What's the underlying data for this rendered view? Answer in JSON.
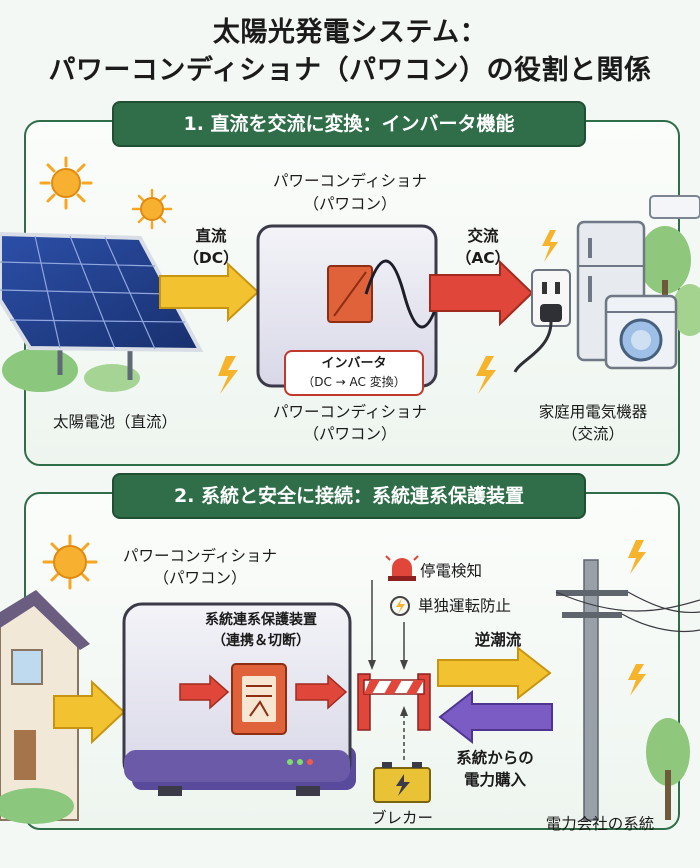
{
  "title": {
    "line1": "太陽光発電システム：",
    "line2": "パワーコンディショナ（パワコン）の役割と関係"
  },
  "section1": {
    "heading": "1. 直流を交流に変換：インバータ機能",
    "pcs_top_line1": "パワーコンディショナ",
    "pcs_top_line2": "（パワコン）",
    "dc_label_line1": "直流",
    "dc_label_line2": "（DC）",
    "ac_label_line1": "交流",
    "ac_label_line2": "（AC）",
    "inverter_line1": "インバータ",
    "inverter_line2": "（DC → AC 変換）",
    "solar_caption": "太陽電池（直流）",
    "pcs_bottom_line1": "パワーコンディショナ",
    "pcs_bottom_line2": "（パワコン）",
    "appliance_line1": "家庭用電気機器",
    "appliance_line2": "（交流）"
  },
  "section2": {
    "heading": "2. 系統と安全に接続：系統連系保護装置",
    "pcs_line1": "パワーコンディショナ",
    "pcs_line2": "（パワコン）",
    "protect_line1": "系統連系保護装置",
    "protect_line2": "（連携＆切断）",
    "outage_detect": "停電検知",
    "islanding": "単独運転防止",
    "reverse_flow": "逆潮流",
    "purchase_line1": "系統からの",
    "purchase_line2": "電力購入",
    "breaker": "ブレカー",
    "utility_grid": "電力会社の系統"
  },
  "colors": {
    "panel_border": "#2f6e49",
    "arrow_yellow": "#f2c230",
    "arrow_red": "#e0473a",
    "arrow_purple": "#7b5cc4",
    "sun": "#f6a623"
  },
  "icons": [
    "sun-icon",
    "solar-panel-icon",
    "inverter-icon",
    "outlet-icon",
    "refrigerator-icon",
    "washing-machine-icon",
    "lightning-icon",
    "house-icon",
    "alarm-light-icon",
    "barrier-icon",
    "battery-icon",
    "utility-pole-icon"
  ]
}
